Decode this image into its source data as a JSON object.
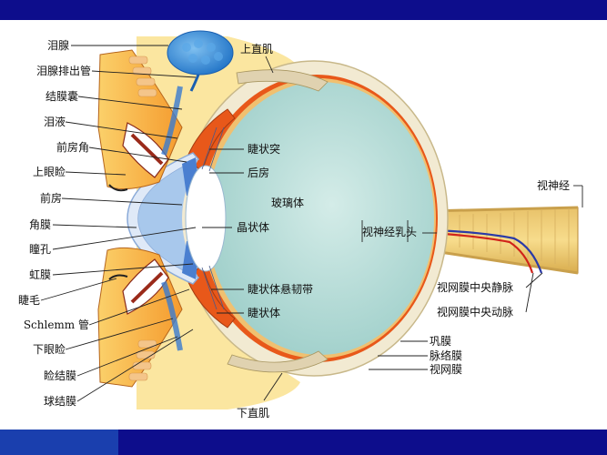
{
  "labels": {
    "lacrimal_gland": "泪腺",
    "lacrimal_duct": "泪腺排出管",
    "conjunctival_sac": "结膜囊",
    "tears": "泪液",
    "anterior_chamber_angle": "前房角",
    "upper_eyelid": "上眼睑",
    "anterior_chamber": "前房",
    "cornea": "角膜",
    "pupil": "瞳孔",
    "iris": "虹膜",
    "eyelash": "睫毛",
    "schlemm_canal": "Schlemm 管",
    "lower_eyelid": "下眼睑",
    "palpebral_conjunctiva": "睑结膜",
    "bulbar_conjunctiva": "球结膜",
    "superior_rectus": "上直肌",
    "ciliary_process": "睫状突",
    "posterior_chamber": "后房",
    "vitreous_body": "玻璃体",
    "lens": "晶状体",
    "zonule": "睫状体悬韧带",
    "ciliary_body": "睫状体",
    "optic_disc": "视神经乳头",
    "optic_nerve": "视神经",
    "central_retinal_vein": "视网膜中央静脉",
    "central_retinal_artery": "视网膜中央动脉",
    "sclera": "巩膜",
    "choroid": "脉络膜",
    "retina": "视网膜",
    "inferior_rectus": "下直肌"
  },
  "colors": {
    "background": "#0d0d8c",
    "panel": "#ffffff",
    "vitreous": "#bfe0dc",
    "sclera": "#f2ead2",
    "retina": "#e8581a",
    "lens": "#ffffff",
    "eyelid_orange": "#f6a640",
    "gland_blue": "#3a8fd8"
  }
}
